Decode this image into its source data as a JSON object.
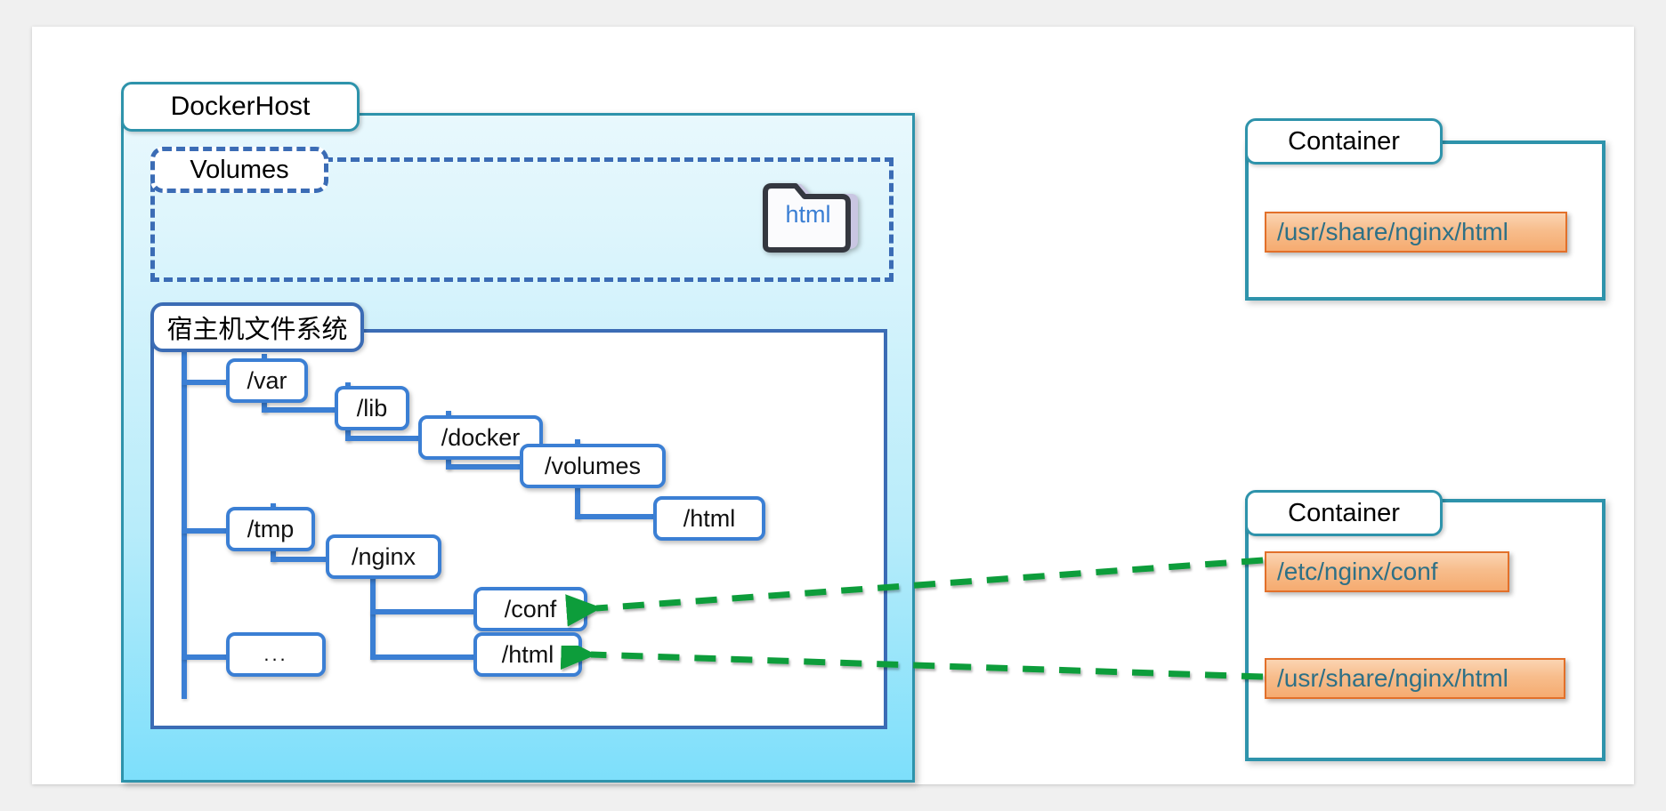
{
  "diagram": {
    "title": "Docker volumes and host filesystem mapping",
    "colors": {
      "host_border": "#2e93ab",
      "host_fill_top": "#e8f8fd",
      "host_fill_bottom": "#7ddffb",
      "tree_blue": "#3b7fd4",
      "panel_blue": "#3b6cb5",
      "volume_arrow_orange": "#ee7524",
      "bind_arrow_green": "#0f9d3a",
      "chip_fill": "#f7bd8c",
      "chip_border": "#e2702a",
      "chip_text": "#2e7086",
      "folder_label_blue": "#3b7fd4"
    }
  },
  "host": {
    "title": "DockerHost",
    "volumes": {
      "title": "Volumes",
      "folder": {
        "icon": "folder-icon",
        "label": "html"
      }
    },
    "filesystem": {
      "title": "宿主机文件系统",
      "tree": [
        {
          "id": "var",
          "label": "/var"
        },
        {
          "id": "lib",
          "label": "/lib"
        },
        {
          "id": "docker",
          "label": "/docker"
        },
        {
          "id": "volumes",
          "label": "/volumes"
        },
        {
          "id": "html1",
          "label": "/html"
        },
        {
          "id": "tmp",
          "label": "/tmp"
        },
        {
          "id": "nginx",
          "label": "/nginx"
        },
        {
          "id": "conf",
          "label": "/conf"
        },
        {
          "id": "html2",
          "label": "/html"
        },
        {
          "id": "ellipsis",
          "label": "..."
        }
      ]
    }
  },
  "containers": [
    {
      "title": "Container",
      "paths": [
        "/usr/share/nginx/html"
      ]
    },
    {
      "title": "Container",
      "paths": [
        "/etc/nginx/conf",
        "/usr/share/nginx/html"
      ]
    }
  ],
  "arrows": [
    {
      "id": "volume-mount",
      "style": "dashed",
      "color": "#ee7524",
      "from": "container-1-path-0",
      "to": "volumes-folder-html"
    },
    {
      "id": "volume-to-hostpath",
      "style": "dashed",
      "color": "#ee7524",
      "from": "volumes-folder-html",
      "to": "tree-html1"
    },
    {
      "id": "bind-mount-conf",
      "style": "dashed",
      "color": "#0f9d3a",
      "from": "container-2-path-0",
      "to": "tree-conf"
    },
    {
      "id": "bind-mount-html",
      "style": "dashed",
      "color": "#0f9d3a",
      "from": "container-2-path-1",
      "to": "tree-html2"
    }
  ]
}
